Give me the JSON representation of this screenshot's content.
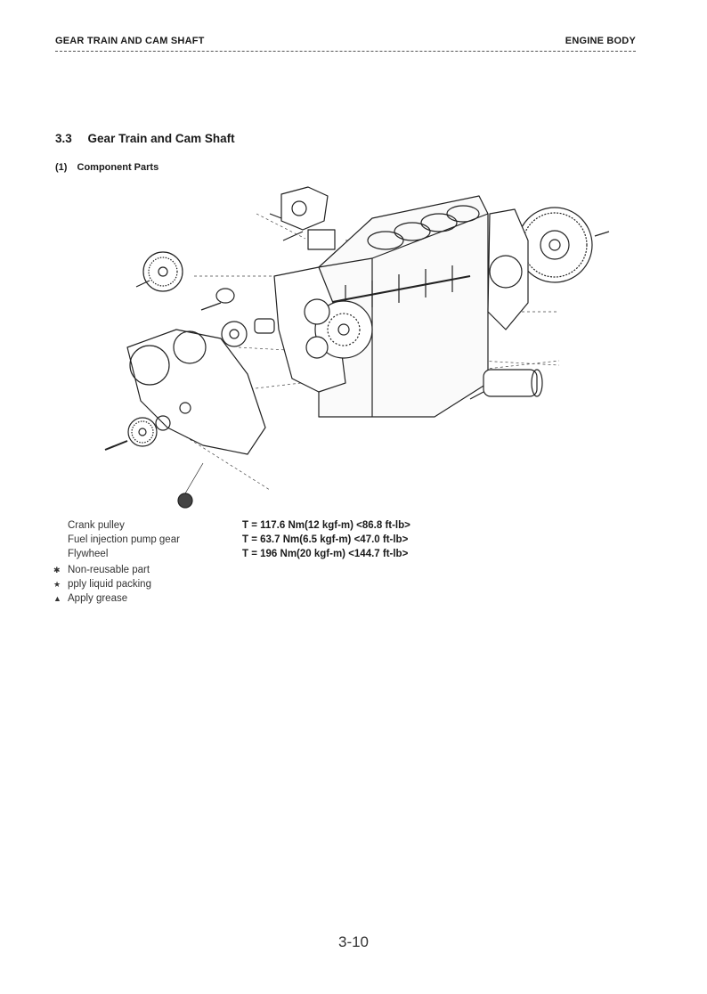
{
  "header": {
    "left": "GEAR TRAIN AND CAM SHAFT",
    "right": "ENGINE BODY"
  },
  "section": {
    "number": "3.3",
    "title": "Gear Train and Cam Shaft"
  },
  "subsection": {
    "number": "(1)",
    "title": "Component Parts"
  },
  "specs": [
    {
      "label": "Crank pulley",
      "value": "T = 117.6 Nm(12 kgf-m) <86.8 ft-lb>"
    },
    {
      "label": "Fuel injection pump gear",
      "value": "T = 63.7 Nm(6.5 kgf-m) <47.0 ft-lb>"
    },
    {
      "label": "Flywheel",
      "value": "T = 196 Nm(20 kgf-m) <144.7 ft-lb>"
    }
  ],
  "legend": [
    {
      "symbol": "✱",
      "text": "Non-reusable part"
    },
    {
      "symbol": "★",
      "text": "pply liquid packing"
    },
    {
      "symbol": "▲",
      "text": "Apply grease"
    }
  ],
  "page_number": "3-10"
}
